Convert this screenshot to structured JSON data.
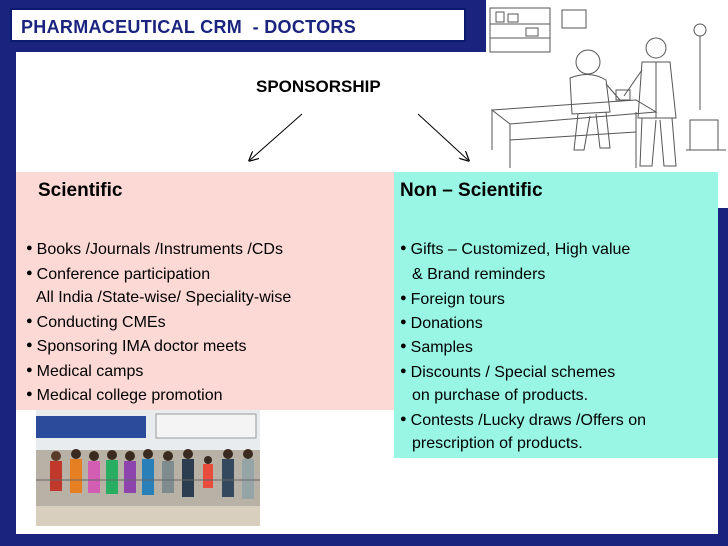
{
  "title": "PHARMACEUTICAL CRM  - DOCTORS",
  "heading": "SPONSORSHIP",
  "scientific": {
    "title": "Scientific",
    "items": [
      "Books /Journals /Instruments /CDs",
      "Conference participation",
      "All India /State-wise/ Speciality-wise",
      "Conducting CMEs",
      "Sponsoring IMA doctor meets",
      "Medical camps",
      "Medical college promotion"
    ]
  },
  "non_scientific": {
    "title": "Non – Scientific",
    "items": [
      "Gifts – Customized, High value",
      "& Brand reminders",
      "Foreign tours",
      "Donations",
      "Samples",
      "Discounts / Special schemes",
      "on purchase of products.",
      "Contests /Lucky draws /Offers on",
      "prescription of products."
    ]
  },
  "colors": {
    "frame": "#1a237e",
    "scientific_bg": "#fcd9d5",
    "non_scientific_bg": "#99f6e4"
  }
}
